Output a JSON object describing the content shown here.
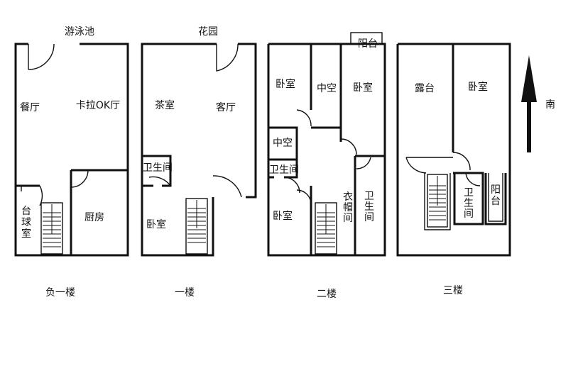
{
  "outside": {
    "pool": "游泳池",
    "garden": "花园"
  },
  "basement": {
    "dining": "餐厅",
    "karaoke": "卡拉OK厅",
    "billiard": [
      "台",
      "球",
      "室"
    ],
    "kitchen": "厨房",
    "floor_name": "负一楼"
  },
  "first": {
    "tea_room": "茶室",
    "living": "客厅",
    "bath": "卫生间",
    "bedroom": "卧室",
    "floor_name": "一楼"
  },
  "second": {
    "balcony": "阳台",
    "bedroom_nw": "卧室",
    "void_top": "中空",
    "bedroom_ne": "卧室",
    "void_mid": "中空",
    "bath_w": "卫生间",
    "bedroom_sw": "卧室",
    "cloakroom": [
      "衣",
      "帽",
      "间"
    ],
    "bath_e": [
      "卫",
      "生",
      "间"
    ],
    "floor_name": "二楼"
  },
  "third": {
    "terrace": "露台",
    "bedroom": "卧室",
    "bath": [
      "卫",
      "生",
      "间"
    ],
    "balcony": [
      "阳",
      "台"
    ],
    "floor_name": "三楼"
  },
  "compass": {
    "south": "南"
  }
}
